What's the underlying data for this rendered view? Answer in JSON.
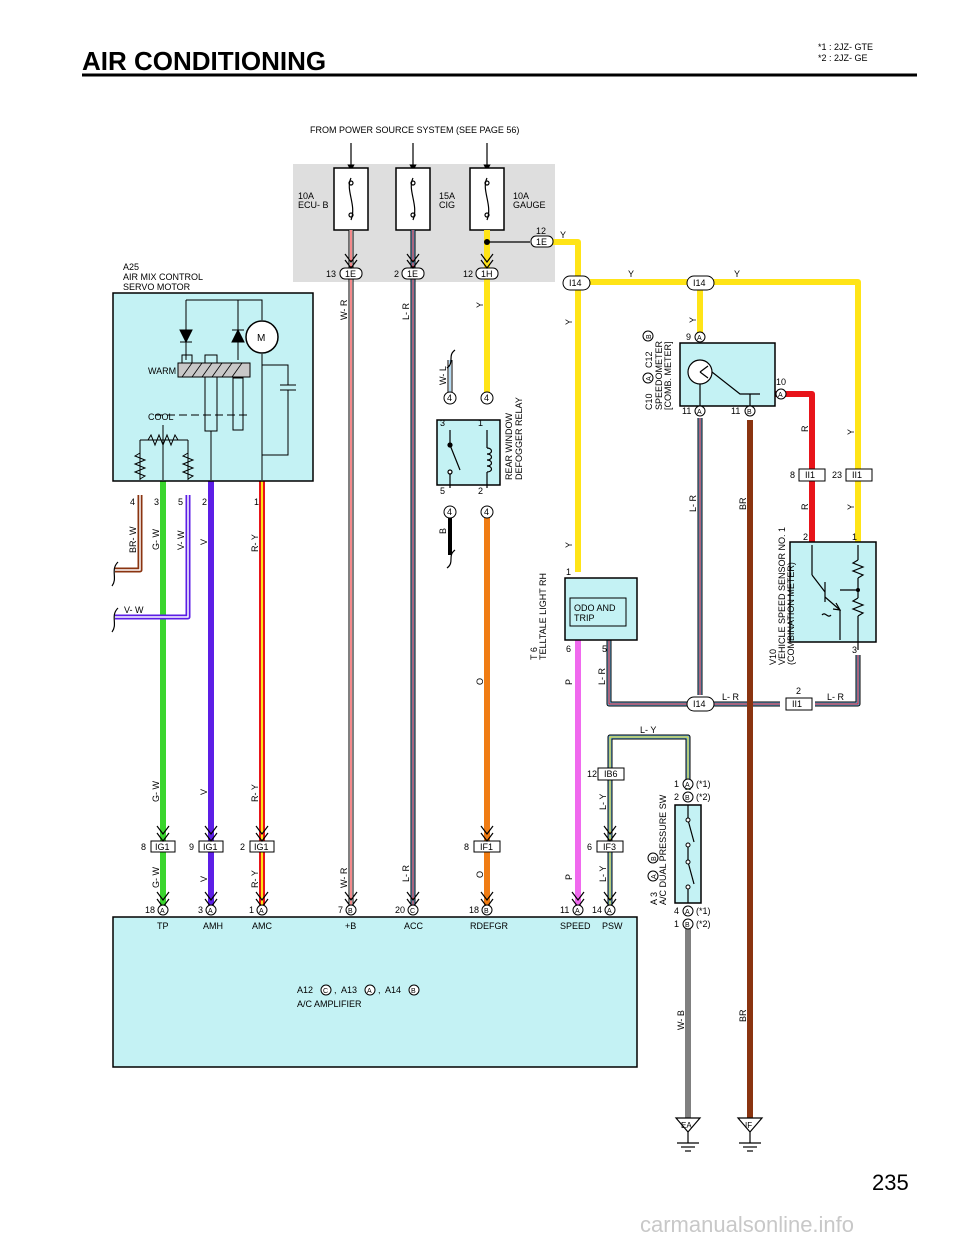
{
  "header": {
    "title": "AIR CONDITIONING",
    "notes": [
      "*1 : 2JZ- GTE",
      "*2 : 2JZ- GE"
    ]
  },
  "page_number": "235",
  "watermark": "carmanualsonline.info",
  "power_source": "FROM POWER SOURCE SYSTEM (SEE PAGE 56)",
  "fuses": [
    {
      "amp": "10A",
      "name": "ECU- B"
    },
    {
      "amp": "15A",
      "name": "CIG"
    },
    {
      "amp": "10A",
      "name": "GAUGE"
    }
  ],
  "servo": {
    "code": "A25",
    "name1": "AIR MIX CONTROL",
    "name2": "SERVO MOTOR",
    "warm": "WARM",
    "cool": "COOL",
    "motor": "M",
    "pins": [
      "4",
      "3",
      "5",
      "2",
      "1"
    ]
  },
  "relay": {
    "name1": "REAR WINDOW",
    "name2": "DEFOGGER RELAY",
    "pins": [
      "3",
      "1",
      "5",
      "2"
    ],
    "conn": "4"
  },
  "speedometer": {
    "c10": "C10",
    "c12": "C12",
    "a": "A",
    "b": "B",
    "name1": "SPEEDOMETER",
    "name2": "[COMB. METER]",
    "pins": [
      "9",
      "10",
      "11",
      "11"
    ]
  },
  "telltale": {
    "code": "T 6",
    "name": "TELLTALE LIGHT RH",
    "box1": "ODO AND",
    "box2": "TRIP",
    "pins": [
      "1",
      "6",
      "5"
    ]
  },
  "vss": {
    "code": "V10",
    "name1": "VEHICLE SPEED SENSOR NO. 1",
    "name2": "(COMBINATION METER)",
    "pins": [
      "2",
      "1",
      "3"
    ]
  },
  "pressure_sw": {
    "code": "A 3",
    "a": "A",
    "b": "B",
    "name": "A/C DUAL PRESSURE SW",
    "n1": "1",
    "n2": "2",
    "n4": "4",
    "n1b": "1",
    "s1": "(*1)",
    "s2": "(*2)"
  },
  "amplifier": {
    "a12": "A12",
    "a13": "A13",
    "a14": "A14",
    "c": "C",
    "a": "A",
    "b": "B",
    "comma": ",",
    "name": "A/C AMPLIFIER",
    "terminals": [
      {
        "num": "18",
        "conn": "A",
        "label": "TP"
      },
      {
        "num": "3",
        "conn": "A",
        "label": "AMH"
      },
      {
        "num": "1",
        "conn": "A",
        "label": "AMC"
      },
      {
        "num": "7",
        "conn": "B",
        "label": "+B"
      },
      {
        "num": "20",
        "conn": "C",
        "label": "ACC"
      },
      {
        "num": "18",
        "conn": "B",
        "label": "RDEFGR"
      },
      {
        "num": "11",
        "conn": "A",
        "label": "SPEED"
      },
      {
        "num": "14",
        "conn": "A",
        "label": "PSW"
      }
    ]
  },
  "connectors": {
    "c1e": "1E",
    "c1h": "1H",
    "i14": "I14",
    "ii1": "II1",
    "ig1": "IG1",
    "if1": "IF1",
    "if3": "IF3",
    "ib6": "IB6",
    "n13": "13",
    "n2": "2",
    "n12": "12",
    "n8": "8",
    "n9": "9",
    "n23": "23",
    "n6": "6"
  },
  "wires": {
    "wr": "W- R",
    "lr": "L- R",
    "y": "Y",
    "wl": "W- L",
    "b": "B",
    "o": "O",
    "p": "P",
    "r": "R",
    "br": "BR",
    "brw": "BR- W",
    "gw": "G- W",
    "vw": "V- W",
    "v": "V",
    "ry": "R- Y",
    "ly": "L- Y",
    "wb": "W- B"
  },
  "grounds": [
    "EA",
    "IF"
  ],
  "colors": {
    "y": "#ffe417",
    "p": "#f069ee",
    "o": "#f07c13",
    "r": "#e8141a",
    "br": "#8a3410",
    "v": "#5c1ee6",
    "g": "#3ad52d",
    "l": "#6ab6e6",
    "box": "#c4f2f4",
    "shade": "#dedede"
  }
}
